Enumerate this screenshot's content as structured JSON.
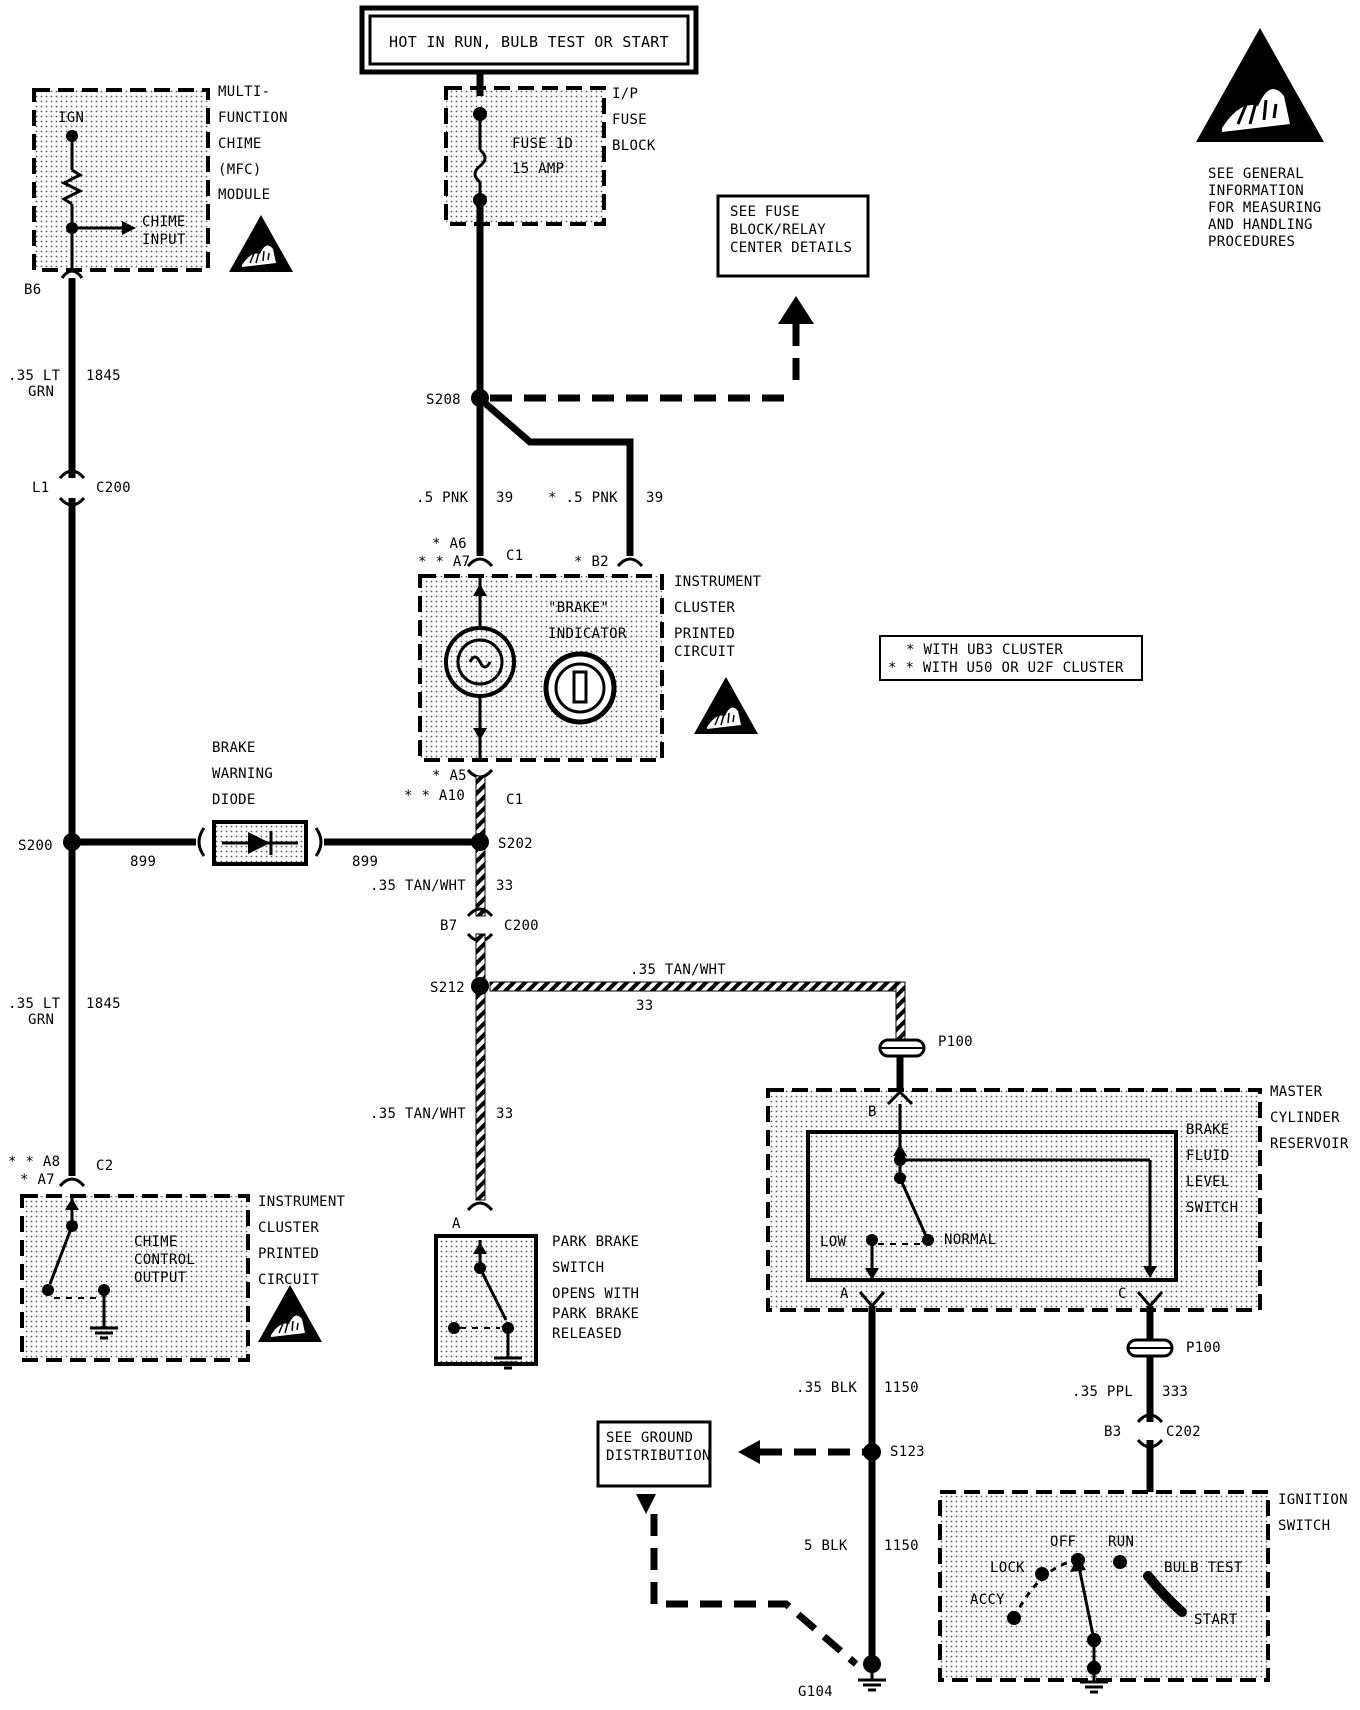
{
  "header": {
    "power_source": "HOT IN RUN, BULB TEST OR START"
  },
  "esd_note": [
    "SEE GENERAL",
    "INFORMATION",
    "FOR MEASURING",
    "AND HANDLING",
    "PROCEDURES"
  ],
  "fuse_block": {
    "title": [
      "I/P",
      "FUSE",
      "BLOCK"
    ],
    "fuse": "FUSE 1D",
    "rating": "15 AMP"
  },
  "fuse_details_note": [
    "SEE FUSE",
    "BLOCK/RELAY",
    "CENTER DETAILS"
  ],
  "mfc_module": {
    "title": [
      "MULTI-",
      "FUNCTION",
      "CHIME",
      "(MFC)",
      "MODULE"
    ],
    "ign": "IGN",
    "chime_input": [
      "CHIME",
      "INPUT"
    ],
    "pin": "B6"
  },
  "cluster_top": {
    "title": [
      "INSTRUMENT",
      "CLUSTER",
      "PRINTED",
      "CIRCUIT"
    ],
    "indicator": [
      "\"BRAKE\"",
      "INDICATOR"
    ],
    "pins_top_left": [
      "* A6",
      "* * A7"
    ],
    "conn_top": "C1",
    "pin_b2": "* B2",
    "pins_bottom": [
      "* A5",
      "* * A10"
    ],
    "conn_bottom": "C1"
  },
  "legend": [
    "* WITH UB3 CLUSTER",
    "* * WITH U50 OR U2F CLUSTER"
  ],
  "diode": {
    "title": [
      "BRAKE",
      "WARNING",
      "DIODE"
    ],
    "circuit": "899"
  },
  "splices": {
    "s200": "S200",
    "s202": "S202",
    "s208": "S208",
    "s212": "S212",
    "s123": "S123"
  },
  "wires": {
    "mfc_upper": {
      "gauge": ".35 LT",
      "color": "GRN",
      "circuit": "1845"
    },
    "mfc_lower": {
      "gauge": ".35 LT",
      "color": "GRN",
      "circuit": "1845"
    },
    "pnk_left": {
      "gauge": ".5 PNK",
      "circuit": "39"
    },
    "pnk_right": {
      "gauge": "* .5 PNK",
      "circuit": "39"
    },
    "tan_upper": {
      "gauge": ".35 TAN/WHT",
      "circuit": "33"
    },
    "tan_horiz": {
      "gauge": ".35 TAN/WHT",
      "circuit": "33"
    },
    "tan_lower": {
      "gauge": ".35 TAN/WHT",
      "circuit": "33"
    },
    "blk_upper": {
      "gauge": ".35 BLK",
      "circuit": "1150"
    },
    "blk_lower": {
      "gauge": "5 BLK",
      "circuit": "1150"
    },
    "ppl": {
      "gauge": ".35 PPL",
      "circuit": "333"
    }
  },
  "connectors": {
    "l1": "L1",
    "c200a": "C200",
    "b7": "B7",
    "c200b": "C200",
    "p100a": "P100",
    "p100b": "P100",
    "b3": "B3",
    "c202": "C202"
  },
  "cluster_bottom": {
    "title": [
      "INSTRUMENT",
      "CLUSTER",
      "PRINTED",
      "CIRCUIT"
    ],
    "output": [
      "CHIME",
      "CONTROL",
      "OUTPUT"
    ],
    "pins": [
      "* * A8",
      "* A7"
    ],
    "conn": "C2"
  },
  "park_brake": {
    "title": [
      "PARK BRAKE",
      "SWITCH"
    ],
    "note": [
      "OPENS WITH",
      "PARK BRAKE",
      "RELEASED"
    ],
    "pin": "A"
  },
  "master_cyl": {
    "title": [
      "MASTER",
      "CYLINDER",
      "RESERVOIR"
    ],
    "switch": [
      "BRAKE",
      "FLUID",
      "LEVEL",
      "SWITCH"
    ],
    "low": "LOW",
    "normal": "NORMAL",
    "pin_b": "B",
    "pin_a": "A",
    "pin_c": "C"
  },
  "ground_note": [
    "SEE GROUND",
    "DISTRIBUTION"
  ],
  "ground": "G104",
  "ignition": {
    "title": [
      "IGNITION",
      "SWITCH"
    ],
    "positions": {
      "off": "OFF",
      "run": "RUN",
      "lock": "LOCK",
      "accy": "ACCY",
      "bulb": "BULB TEST",
      "start": "START"
    }
  }
}
